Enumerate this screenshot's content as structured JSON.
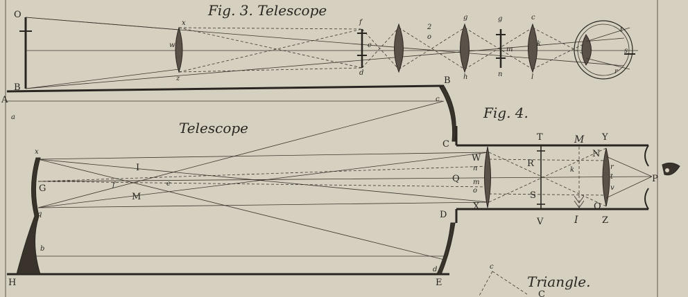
{
  "fig3": {
    "caption": "Fig. 3. Telescope",
    "labels": {
      "O": "O",
      "B": "B",
      "x": "x",
      "w": "w",
      "z": "z",
      "f": "f",
      "e": "e",
      "d": "d",
      "o": "o",
      "two": "2",
      "g1": "g",
      "h1": "h",
      "g2": "g",
      "m": "m",
      "n": "n",
      "c": "c",
      "k": "k",
      "l": "l",
      "eye_t": "t",
      "eye_r": "r",
      "eye_s": "s"
    }
  },
  "fig4": {
    "caption": "Fig. 4.",
    "body_caption": "Telescope",
    "labels": {
      "A": "A",
      "a": "a",
      "B": "B",
      "c": "c",
      "C": "C",
      "x": "x",
      "I": "I",
      "G": "G",
      "f": "f",
      "e": "e",
      "M": "M",
      "q": "q",
      "b": "b",
      "H": "H",
      "d": "d",
      "E": "E",
      "D": "D",
      "T": "T",
      "W": "W",
      "n": "n",
      "R": "R",
      "Q": "Q",
      "m": "m",
      "o": "o",
      "S": "S",
      "X": "X",
      "V": "V",
      "M2": "M",
      "Y": "Y",
      "N": "N",
      "k": "k",
      "r": "r",
      "t": "t",
      "v": "v",
      "I2": "I",
      "O": "O",
      "Z": "Z",
      "P": "P"
    }
  },
  "triangle": {
    "caption": "Triangle.",
    "labels": {
      "c": "c",
      "C": "C"
    }
  }
}
